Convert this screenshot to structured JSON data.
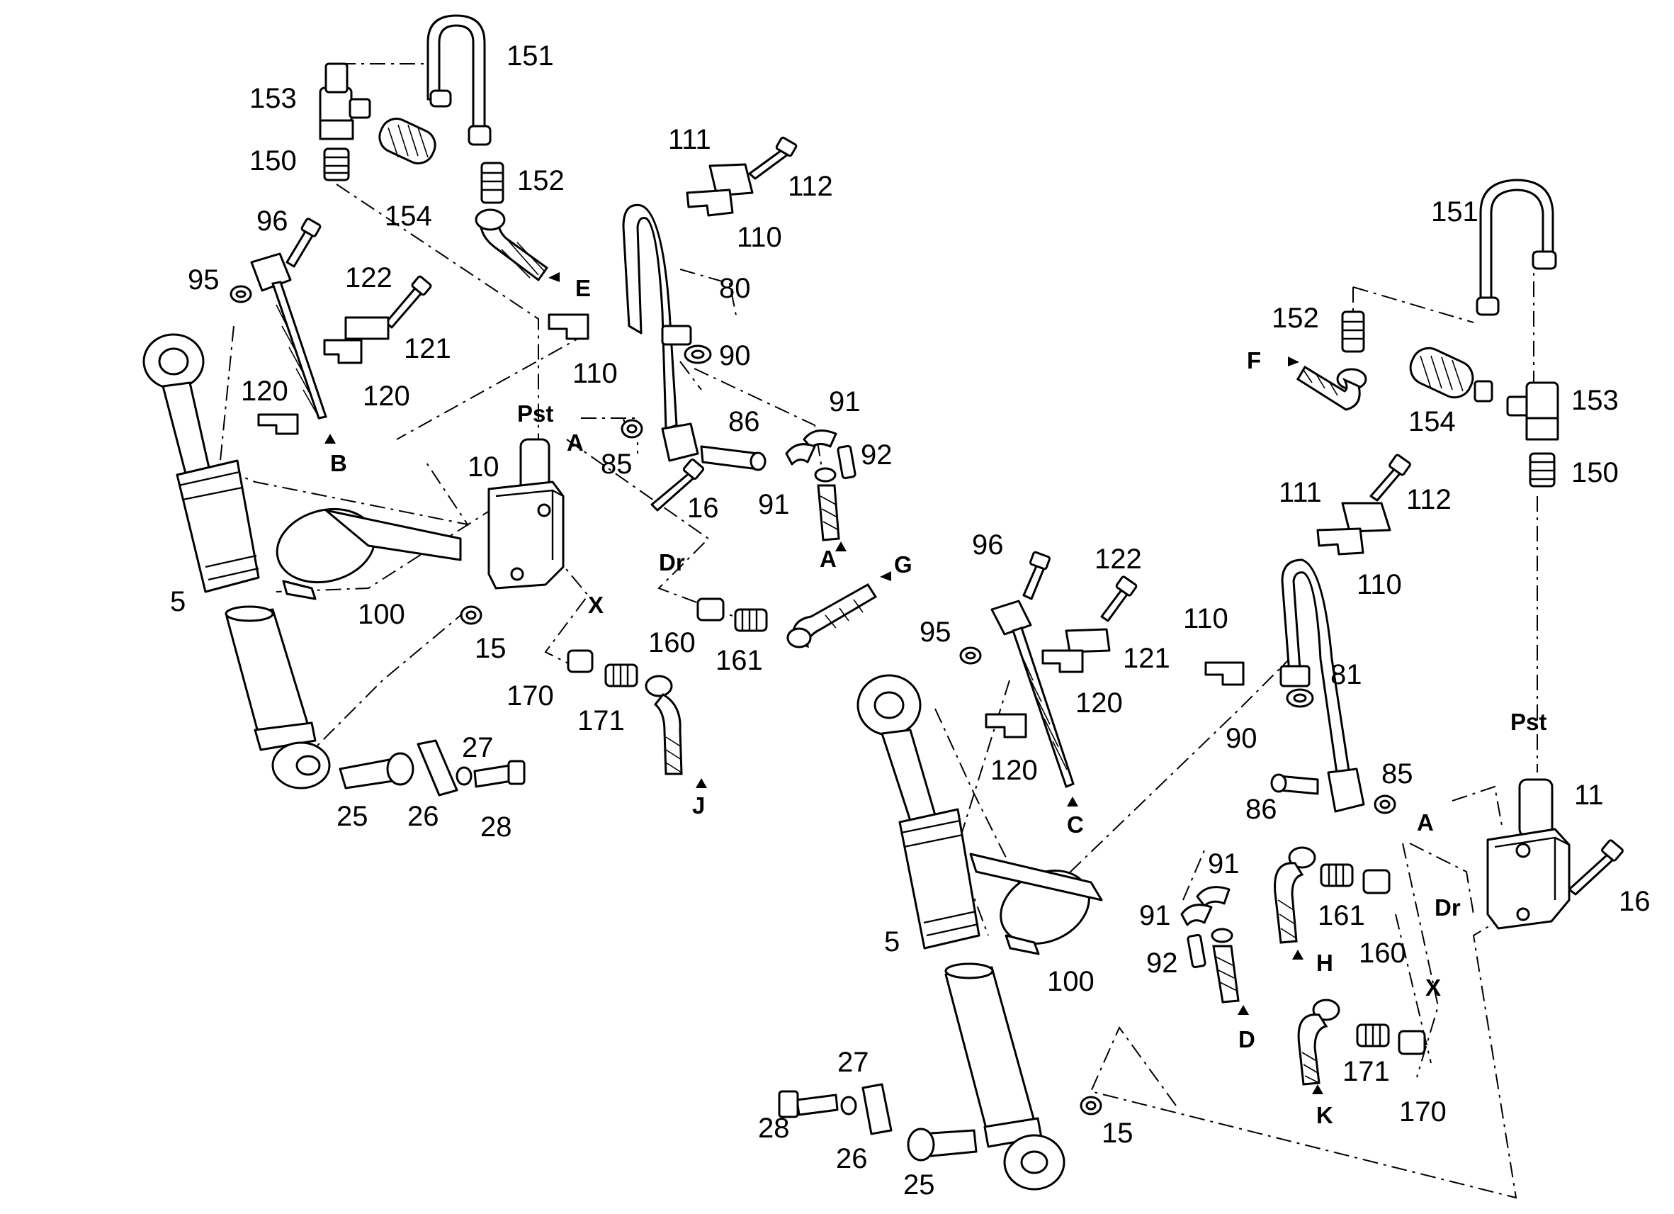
{
  "labels": {
    "l151a": "151",
    "l153a": "153",
    "l150a": "150",
    "l152a": "152",
    "l154a": "154",
    "l111a": "111",
    "l112a": "112",
    "l110a": "110",
    "l80": "80",
    "lEa": "E",
    "l96a": "96",
    "l95a": "95",
    "l122a": "122",
    "l121a": "121",
    "l120a": "120",
    "l120b": "120",
    "l110b": "110",
    "l90a": "90",
    "lBa": "B",
    "lPsta": "Pst",
    "l10": "10",
    "lAa": "A",
    "l85a": "85",
    "l86a": "86",
    "l91a": "91",
    "l92a": "92",
    "l91b": "91",
    "l16a": "16",
    "lAarr": "A",
    "lG": "G",
    "l5a": "5",
    "l100a": "100",
    "lDra": "Dr",
    "lXa": "X",
    "l15a": "15",
    "l160a": "160",
    "l161a": "161",
    "l170a": "170",
    "l171a": "171",
    "lJ": "J",
    "l27a": "27",
    "l25a": "25",
    "l26a": "26",
    "l28a": "28",
    "l151b": "151",
    "l152b": "152",
    "lF": "F",
    "l154b": "154",
    "l153b": "153",
    "l150b": "150",
    "l111b": "111",
    "l112b": "112",
    "l110c": "110",
    "l110d": "110",
    "l96b": "96",
    "l122b": "122",
    "l95b": "95",
    "l121b": "121",
    "l120c": "120",
    "l120d": "120",
    "l81": "81",
    "l90b": "90",
    "lPstb": "Pst",
    "l11": "11",
    "l85b": "85",
    "l86b": "86",
    "lAb": "A",
    "lC": "C",
    "l91c": "91",
    "l91d": "91",
    "l16b": "16",
    "l161b": "161",
    "lDrb": "Dr",
    "lH": "H",
    "l160b": "160",
    "l5b": "5",
    "l92b": "92",
    "l100b": "100",
    "lD": "D",
    "lXb": "X",
    "l27b": "27",
    "l171b": "171",
    "l28b": "28",
    "l170b": "170",
    "l26b": "26",
    "l15b": "15",
    "lK": "K",
    "l25b": "25"
  }
}
